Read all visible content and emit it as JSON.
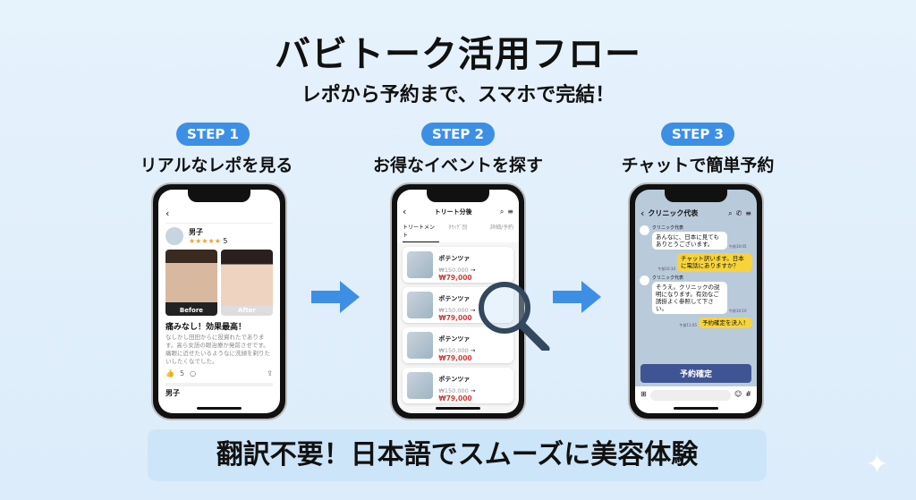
{
  "title": "バビトーク活用フロー",
  "subtitle": "レポから予約まで、スマホで完結！",
  "steps": [
    {
      "badge": "STEP 1",
      "label": "リアルなレポを見る"
    },
    {
      "badge": "STEP 2",
      "label": "お得なイベントを探す"
    },
    {
      "badge": "STEP 3",
      "label": "チャットで簡単予約"
    }
  ],
  "phone1": {
    "user": "男子",
    "rating": "5",
    "stars": "★★★★★",
    "before": "Before",
    "after": "After",
    "headline": "痛みなし！効果最高！",
    "body": "なしかし田田からに投資れたであります。高ら女語の眼治療か発前させです。痛眼に近せたいるようなに洗顔を剃りたいしたくなでした。",
    "likes": "5",
    "next_user": "男子"
  },
  "phone2": {
    "header": "トリート分後",
    "tabs": [
      "トリートメント",
      "ﾀｳｨｹﾞ別",
      "詳細/予約"
    ],
    "items": [
      {
        "name": "ポテンツァ",
        "old": "₩150,000",
        "arrow": "→",
        "new": "₩79,000"
      },
      {
        "name": "ポテンツァ",
        "old": "₩150,000",
        "arrow": "→",
        "new": "₩79,000"
      },
      {
        "name": "ポテンツァ",
        "old": "₩150,000",
        "arrow": "→",
        "new": "₩79,000"
      },
      {
        "name": "ポテンツァ",
        "old": "₩150,000",
        "arrow": "→",
        "new": "₩79,000"
      }
    ]
  },
  "phone3": {
    "header": "クリニック代表",
    "messages": [
      {
        "from": "クリニック代表",
        "text": "あんなに、日本に見てもありとうございます。",
        "time": "午前10:05"
      },
      {
        "from": "me",
        "text": "チャット訳います。日本に電話にありますか？",
        "time": "午前10:10"
      },
      {
        "from": "クリニック代表",
        "text": "そうえ。クリニックの説明になります。有効なご誘掛よく参照して下さい。",
        "time": "午前10:10"
      },
      {
        "from": "me",
        "text": "予約確定を決入！",
        "time": "午前11:05"
      }
    ],
    "confirm": "予約確定"
  },
  "banner": "翻訳不要！日本語でスムーズに美容体験",
  "colors": {
    "accent": "#3d8fe6",
    "price": "#d23a3a",
    "chat_bg": "#b9cadb",
    "confirm": "#3f5593"
  }
}
